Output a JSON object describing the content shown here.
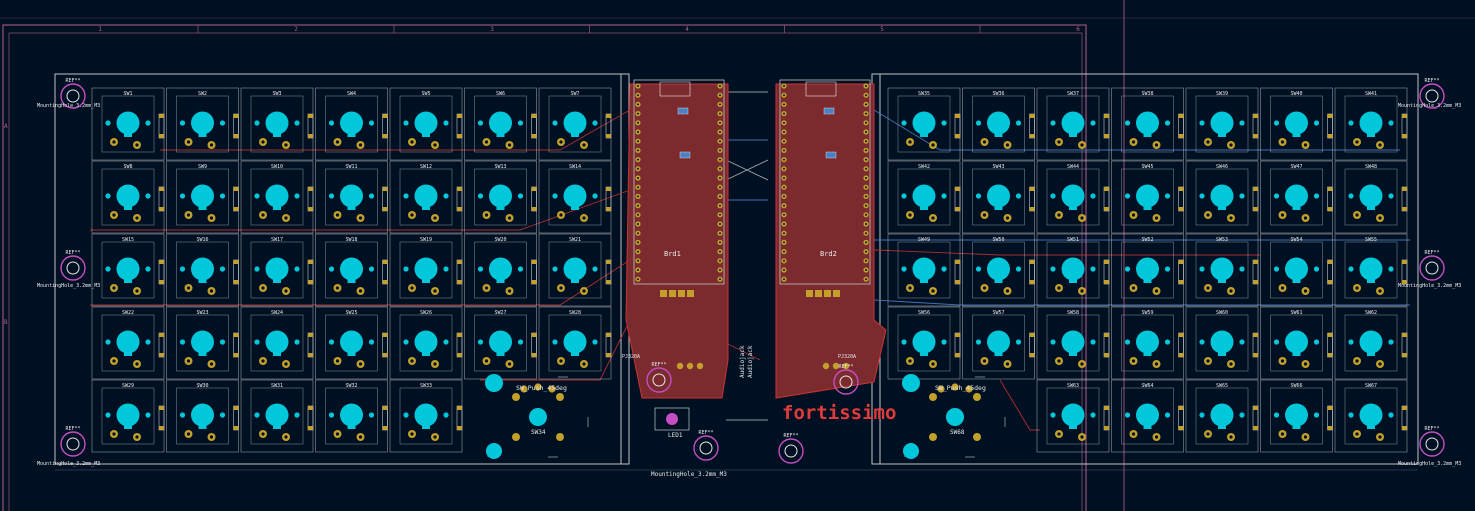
{
  "title": "fortissimo",
  "colors": {
    "background": "#001023",
    "edge_cuts": "#c2c2c2",
    "frame": "#b65f8e",
    "copper_front": "#c83434",
    "copper_back": "#4d7fc4",
    "pad": "#c2a02a",
    "drill": "#00c7d9",
    "silkscreen": "#e8e8e8",
    "courtyard": "#c44ec2",
    "brand_text": "#e03b3b"
  },
  "frame": {
    "columns": [
      "1",
      "2",
      "3",
      "4",
      "5",
      "6"
    ],
    "rows": [
      "A",
      "B"
    ]
  },
  "left_half": {
    "switches": [
      [
        "SW1",
        "SW2",
        "SW3",
        "SW4",
        "SW5",
        "SW6",
        "SW7"
      ],
      [
        "SW8",
        "SW9",
        "SW10",
        "SW11",
        "SW12",
        "SW13",
        "SW14"
      ],
      [
        "SW15",
        "SW16",
        "SW17",
        "SW18",
        "SW19",
        "SW20",
        "SW21"
      ],
      [
        "SW22",
        "SW23",
        "SW24",
        "SW25",
        "SW26",
        "SW27",
        "SW28"
      ],
      [
        "SW29",
        "SW30",
        "SW31",
        "SW32",
        "SW33",
        "",
        ""
      ]
    ],
    "mcu_label": "Brd1",
    "encoder_label": "SW_Push_45deg",
    "encoder_ref": "SW34",
    "led_label": "LED1"
  },
  "right_half": {
    "switches": [
      [
        "SW35",
        "SW36",
        "SW37",
        "SW38",
        "SW39",
        "SW40",
        "SW41"
      ],
      [
        "SW42",
        "SW43",
        "SW44",
        "SW45",
        "SW46",
        "SW47",
        "SW48"
      ],
      [
        "SW49",
        "SW50",
        "SW51",
        "SW52",
        "SW53",
        "SW54",
        "SW55"
      ],
      [
        "SW56",
        "SW57",
        "SW58",
        "SW59",
        "SW60",
        "SW61",
        "SW62"
      ],
      [
        "",
        "",
        "SW63",
        "SW64",
        "SW65",
        "SW66",
        "SW67"
      ]
    ],
    "mcu_label": "Brd2",
    "encoder_label": "SW_Push_45deg",
    "encoder_ref": "SW68"
  },
  "mounting_hole_label": "MountingHole_3.2mm_M3",
  "ref_label": "REF**",
  "jack_label": "PJ320A",
  "rotated_labels": [
    "Audiojack",
    "Audiojack"
  ]
}
